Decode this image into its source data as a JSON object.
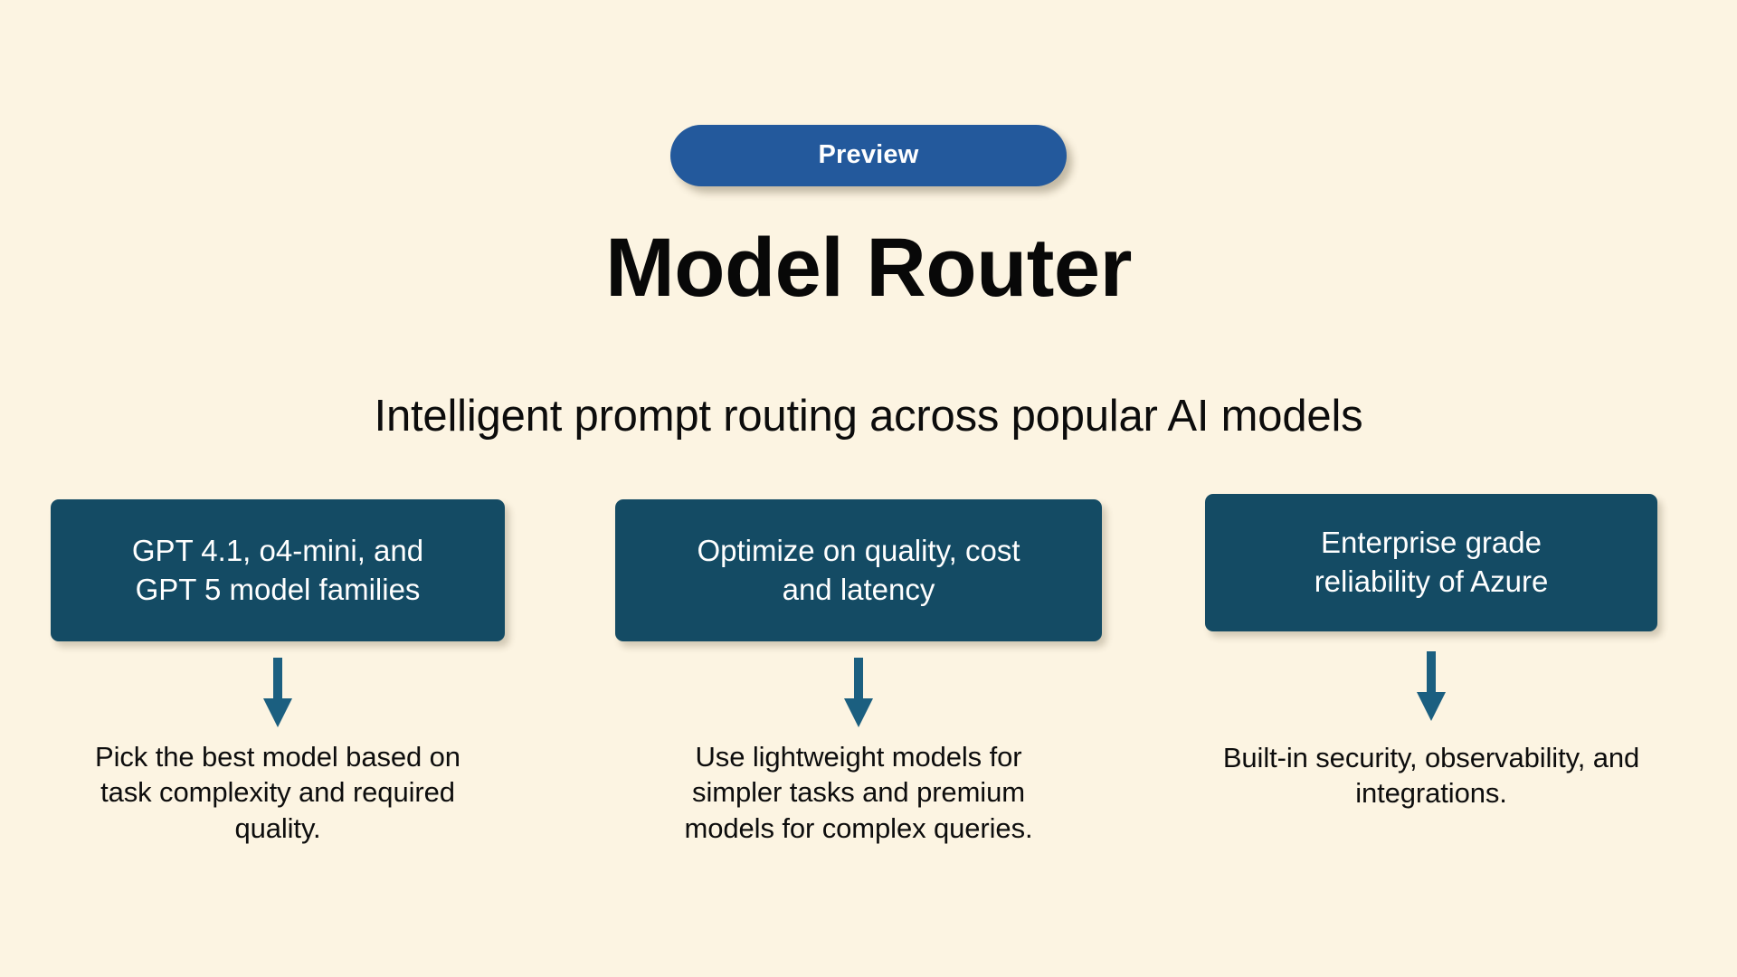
{
  "badge": {
    "label": "Preview",
    "bg_color": "#23599C",
    "text_color": "#FFFFFF"
  },
  "title": "Model Router",
  "subtitle": "Intelligent prompt routing across popular AI models",
  "theme": {
    "background_color": "#FCF4E2",
    "card_color": "#144B64",
    "arrow_color": "#1B5F80",
    "title_color": "#080808",
    "body_text_color": "#0D0D0D"
  },
  "columns": [
    {
      "card_line_1": "GPT 4.1, o4-mini, and",
      "card_line_2": "GPT  5 model families",
      "arrow_icon": "arrow-down-icon",
      "body": "Pick the best model based on task complexity and required quality."
    },
    {
      "card_line_1": "Optimize on quality, cost",
      "card_line_2": "and latency",
      "arrow_icon": "arrow-down-icon",
      "body": "Use lightweight models for simpler tasks and premium models for complex queries."
    },
    {
      "card_line_1": "Enterprise grade",
      "card_line_2": "reliability of Azure",
      "arrow_icon": "arrow-down-icon",
      "body": "Built-in security, observability, and integrations."
    }
  ]
}
